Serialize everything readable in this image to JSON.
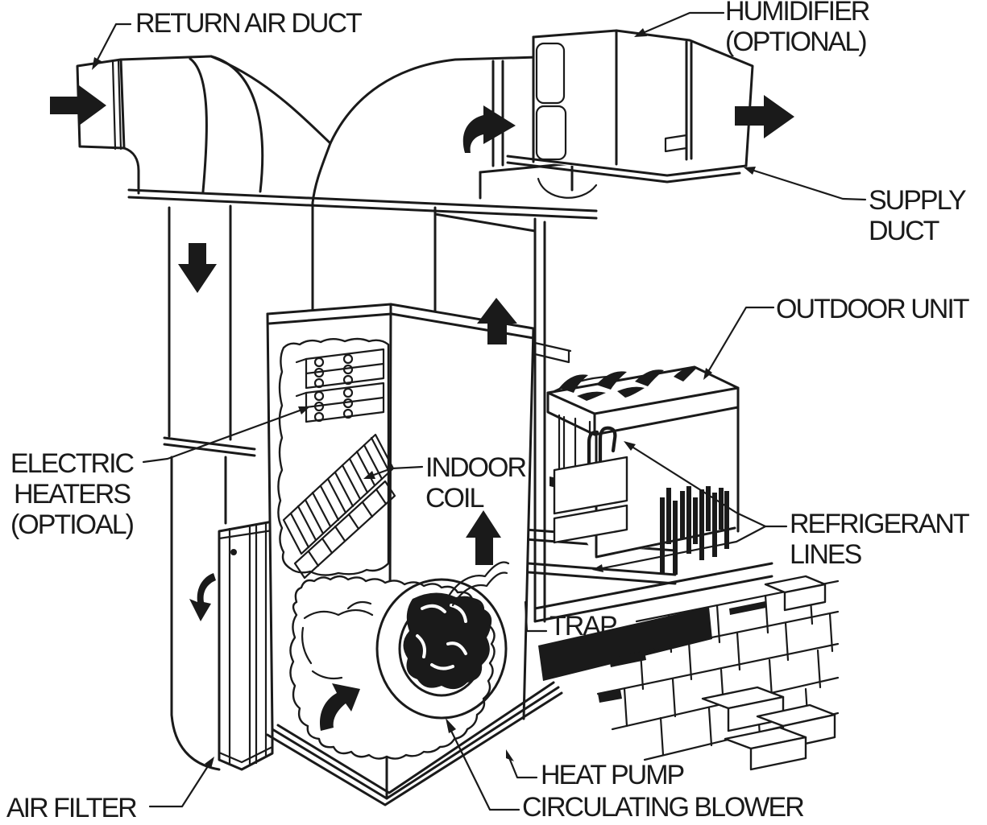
{
  "diagram": {
    "title": "Heat pump installation diagram",
    "colors": {
      "line": "#1a1a1a",
      "background": "#ffffff",
      "arrow_fill": "#1a1a1a"
    },
    "labels": {
      "return_air_duct": "RETURN AIR DUCT",
      "humidifier": "HUMIDIFIER\n(OPTIONAL)",
      "supply_duct": "SUPPLY\nDUCT",
      "outdoor_unit": "OUTDOOR UNIT",
      "electric_heaters": "ELECTRIC\nHEATERS\n(OPTIOAL)",
      "indoor_coil": "INDOOR\nCOIL",
      "refrigerant_lines": "REFRIGERANT\nLINES",
      "trap": "TRAP",
      "heat_pump": "HEAT PUMP",
      "circulating_blower": "CIRCULATING BLOWER",
      "air_filter": "AIR FILTER"
    },
    "airflow_arrows": [
      "return-inlet-arrow-right",
      "return-duct-arrow-down",
      "filter-arrow-curved-down",
      "plenum-arrow-up",
      "coil-arrow-up",
      "attic-arrow-curved-right",
      "blower-arrow-curved-up",
      "supply-outlet-arrow-right"
    ]
  }
}
